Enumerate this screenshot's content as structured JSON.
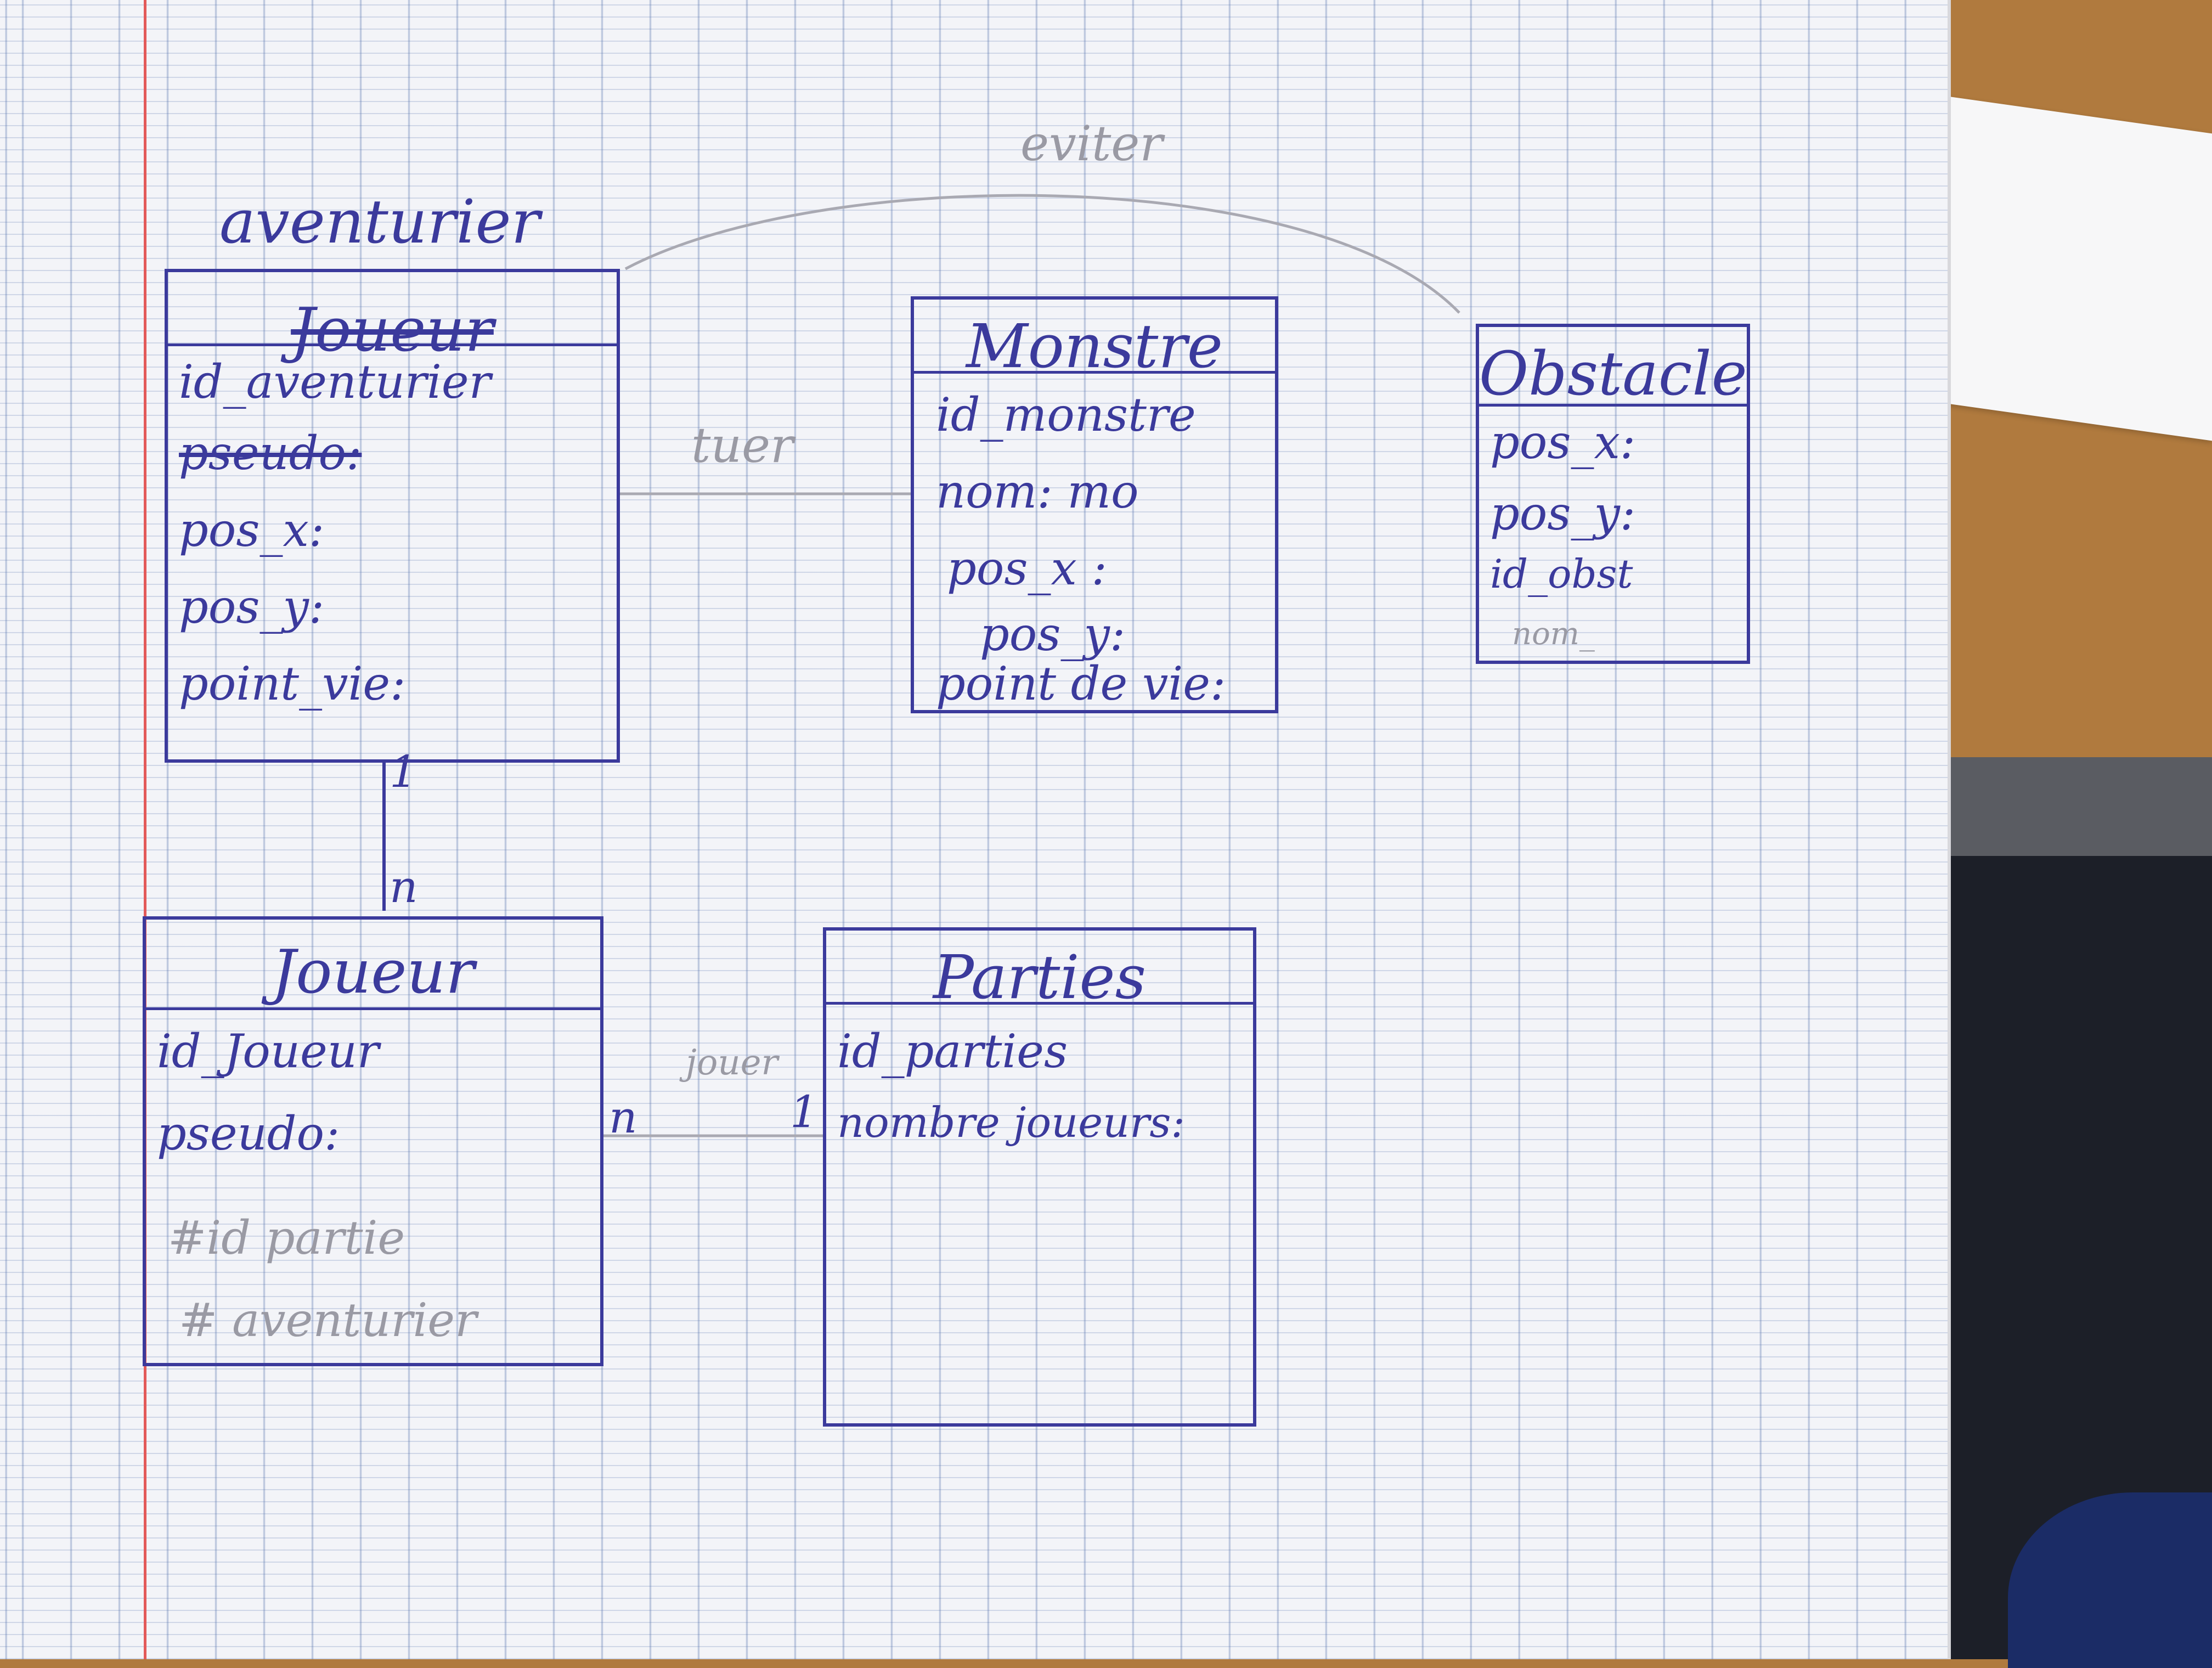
{
  "entities": {
    "aventurier": {
      "title": "aventurier",
      "struck_title": "Joueur",
      "attributes": [
        "id_aventurier",
        "pseudo:",
        "pos_x:",
        "pos_y:",
        "point_vie:"
      ]
    },
    "monstre": {
      "title": "Monstre",
      "attributes": [
        "id_monstre",
        "nom: mo",
        "pos_x :",
        "pos_y:",
        "point de vie:"
      ]
    },
    "obstacle": {
      "title": "Obstacle",
      "attributes": [
        "pos_x:",
        "pos_y:",
        "id_obst",
        "nom_"
      ]
    },
    "joueur": {
      "title": "Joueur",
      "attributes": [
        "id_Joueur",
        "pseudo:",
        "#id partie",
        "# aventurier"
      ]
    },
    "parties": {
      "title": "Parties",
      "attributes": [
        "id_parties",
        "nombre joueurs:"
      ]
    }
  },
  "relations": {
    "eviter": "eviter",
    "tuer": "tuer",
    "jouer": "jouer"
  },
  "multiplicities": {
    "aventurier_joueur_top": "1",
    "aventurier_joueur_bottom": "n",
    "jouer_n": "n",
    "jouer_1": "1"
  }
}
